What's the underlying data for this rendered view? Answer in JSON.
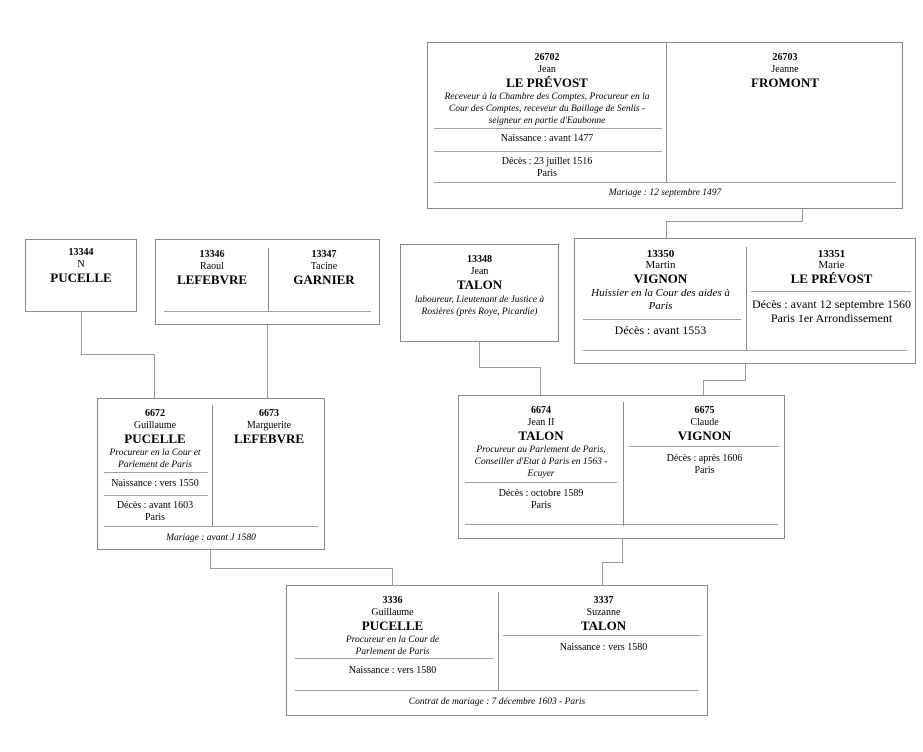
{
  "persons": {
    "p26702": {
      "sosa": "26702",
      "given": "Jean",
      "surname": "LE PRÉVOST",
      "occupation": "Receveur à la Chambre des Comptes, Procureur en la Cour des Comptes, receveur du Baillage de Senlis - seigneur en partie d'Eaubonne",
      "birth": "Naissance : avant 1477",
      "death": "Décès : 23 juillet 1516",
      "death_place": "Paris"
    },
    "p26703": {
      "sosa": "26703",
      "given": "Jeanne",
      "surname": "FROMONT"
    },
    "p13344": {
      "sosa": "13344",
      "given": "N",
      "surname": "PUCELLE"
    },
    "p13346": {
      "sosa": "13346",
      "given": "Raoul",
      "surname": "LEFEBVRE"
    },
    "p13347": {
      "sosa": "13347",
      "given": "Tacine",
      "surname": "GARNIER"
    },
    "p13348": {
      "sosa": "13348",
      "given": "Jean",
      "surname": "TALON",
      "occupation": "laboureur, Lieutenant de Justice à Rosières (près Roye, Picardie)"
    },
    "p13350": {
      "sosa": "13350",
      "given": "Martin",
      "surname": "VIGNON",
      "occupation": "Huissier en la Cour des aides à Paris",
      "death": "Décès : avant 1553"
    },
    "p13351": {
      "sosa": "13351",
      "given": "Marie",
      "surname": "LE PRÉVOST",
      "death": "Décès : avant 12 septembre 1560",
      "death_place": "Paris 1er Arrondissement"
    },
    "p6672": {
      "sosa": "6672",
      "given": "Guillaume",
      "surname": "PUCELLE",
      "occupation": "Procureur en la Cour et Parlement de Paris",
      "birth": "Naissance : vers 1550",
      "death": "Décès : avant 1603",
      "death_place": "Paris"
    },
    "p6673": {
      "sosa": "6673",
      "given": "Marguerite",
      "surname": "LEFEBVRE"
    },
    "p6674": {
      "sosa": "6674",
      "given": "Jean II",
      "surname": "TALON",
      "occupation": "Procureur au Parlement de Paris, Conseiller d'Etat à Paris en 1563 - Ecuyer",
      "death": "Décès : octobre 1589",
      "death_place": "Paris"
    },
    "p6675": {
      "sosa": "6675",
      "given": "Claude",
      "surname": "VIGNON",
      "death": "Décès : après 1606",
      "death_place": "Paris"
    },
    "p3336": {
      "sosa": "3336",
      "given": "Guillaume",
      "surname": "PUCELLE",
      "occupation": "Procureur en la Cour de Parlement de Paris",
      "birth": "Naissance : vers 1580"
    },
    "p3337": {
      "sosa": "3337",
      "given": "Suzanne",
      "surname": "TALON",
      "birth": "Naissance : vers 1580"
    }
  },
  "marriages": {
    "m26702": "Mariage : 12 septembre 1497",
    "m6672": "Mariage : avant J 1580",
    "m3336": "Contrat de mariage : 7 décembre 1603 - Paris"
  },
  "colors": {
    "border": "#8a8a8a",
    "line": "#9a9a9a",
    "text": "#000000"
  }
}
